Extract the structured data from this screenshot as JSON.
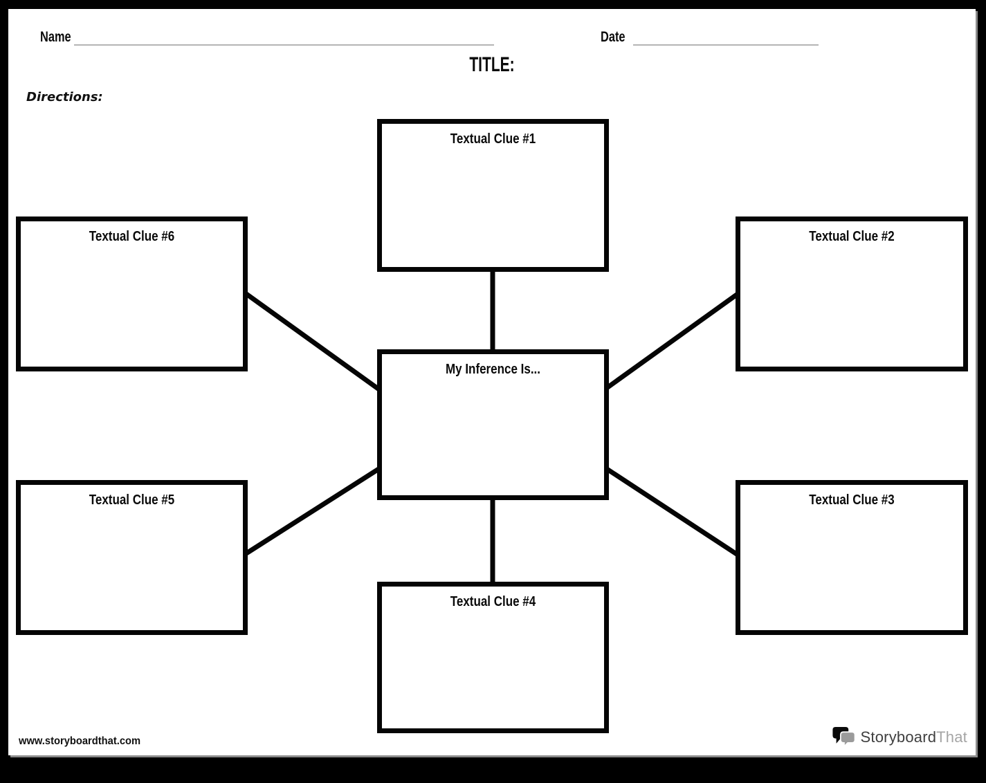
{
  "header": {
    "name_label": "Name",
    "date_label": "Date",
    "title": "TITLE:",
    "directions_label": "Directions:"
  },
  "diagram": {
    "center_label": "My Inference Is...",
    "clues": [
      {
        "label": "Textual Clue #1"
      },
      {
        "label": "Textual Clue #2"
      },
      {
        "label": "Textual Clue #3"
      },
      {
        "label": "Textual Clue #4"
      },
      {
        "label": "Textual Clue #5"
      },
      {
        "label": "Textual Clue #6"
      }
    ]
  },
  "footer": {
    "website": "www.storyboardthat.com",
    "brand_primary": "Storyboard",
    "brand_secondary": "That"
  },
  "colors": {
    "ink": "#000000",
    "underline": "#b4b4b4",
    "page_shadow": "#8c8c8c",
    "brand_dark": "#3f3f3f",
    "brand_gray": "#a5a5a5"
  },
  "icons": {
    "logo_icon": "speech-bubbles-icon"
  }
}
